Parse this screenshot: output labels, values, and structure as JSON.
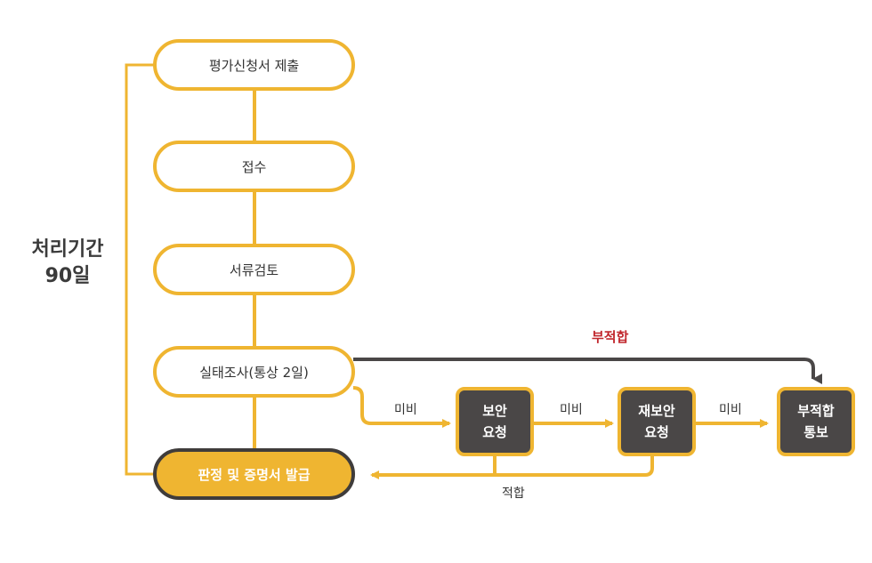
{
  "side_label": {
    "line1": "처리기간",
    "line2": "90일"
  },
  "steps": {
    "submit": "평가신청서 제출",
    "receipt": "접수",
    "doc_review": "서류검토",
    "site_survey": "실태조사(통상 2일)",
    "decision": "판정 및 증명서 발급"
  },
  "boxes": {
    "supplement": {
      "line1": "보안",
      "line2": "요청"
    },
    "resupplement": {
      "line1": "재보안",
      "line2": "요청"
    },
    "unfit_notice": {
      "line1": "부적합",
      "line2": "통보"
    }
  },
  "labels": {
    "deficient_1": "미비",
    "deficient_2": "미비",
    "deficient_3": "미비",
    "unfit": "부적합",
    "fit": "적합"
  },
  "colors": {
    "accent": "#efb531",
    "dark": "#4a4747",
    "alert": "#c1272d"
  }
}
